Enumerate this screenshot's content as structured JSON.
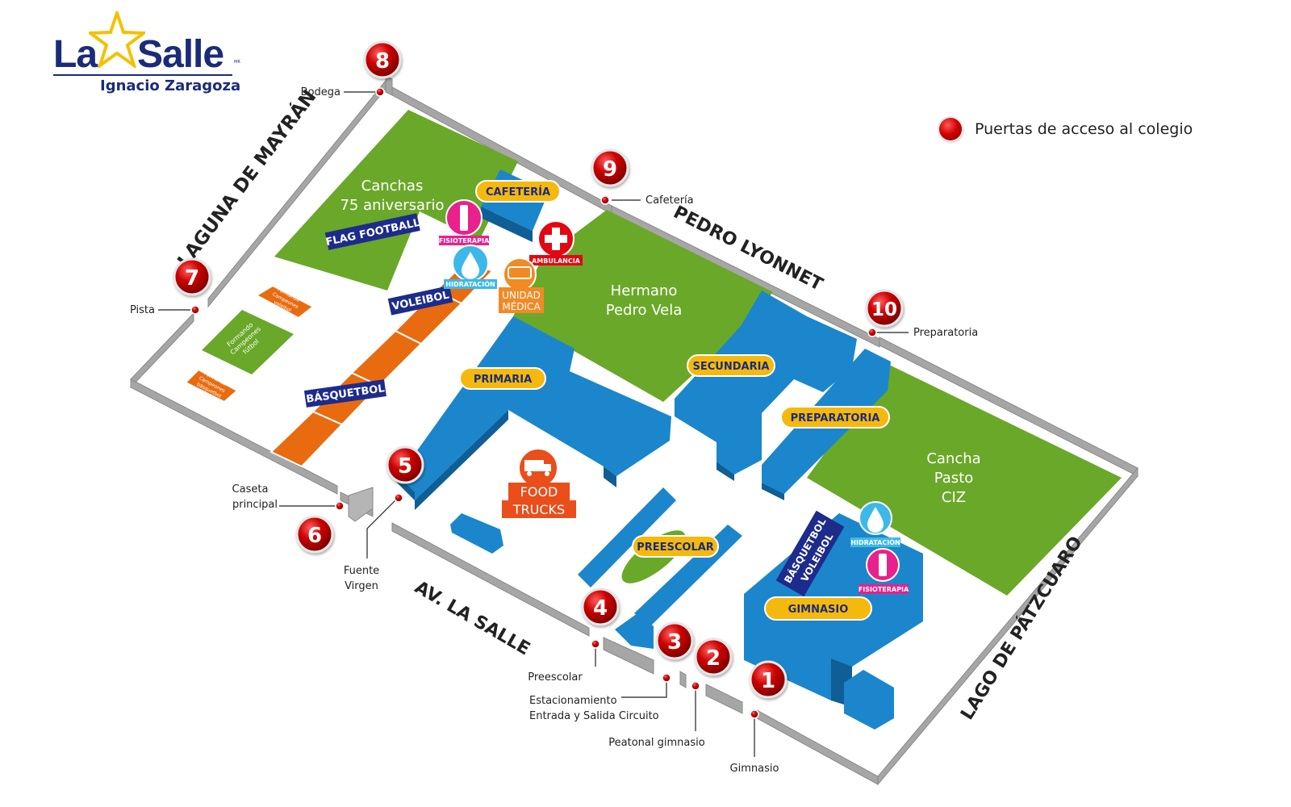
{
  "logo": {
    "word_left": "La",
    "word_right": "Salle",
    "mark": "MR",
    "subtitle": "Ignacio Zaragoza"
  },
  "legend": {
    "label": "Puertas de acceso al colegio"
  },
  "streets": {
    "laguna": "LAGUNA DE MAYRÁN",
    "pedro": "PEDRO LYONNET",
    "avsalle": "AV. LA SALLE",
    "patzcuaro": "LAGO DE PÁTZCUARO"
  },
  "fields": {
    "canchas_line1": "Canchas",
    "canchas_line2": "75 aniversario",
    "pedrovela_line1": "Hermano",
    "pedrovela_line2": "Pedro Vela",
    "pasto_line1": "Cancha",
    "pasto_line2": "Pasto",
    "pasto_line3": "CIZ",
    "futbol_line1": "Formando",
    "futbol_line2": "Campeones",
    "futbol_line3": "fútbol",
    "voleibol_small_line1": "Formando",
    "voleibol_small_line2": "Campeones",
    "voleibol_small_line3": "voleibol",
    "basquet_small_line1": "Formando",
    "basquet_small_line2": "Campeones",
    "basquet_small_line3": "básquetbol"
  },
  "sports": {
    "flag": "FLAG FOOTBALL",
    "voleibol": "VOLEIBOL",
    "basquetbol": "BÁSQUETBOL",
    "gym_line1": "BÁSQUETBOL",
    "gym_line2": "VOLEIBOL"
  },
  "buildings": {
    "cafeteria": "CAFETERÍA",
    "primaria": "PRIMARIA",
    "secundaria": "SECUNDARIA",
    "preparatoria": "PREPARATORIA",
    "preescolar": "PREESCOLAR",
    "gimnasio": "GIMNASIO"
  },
  "services": {
    "fisioterapia": "FISIOTERAPIA",
    "hidratacion": "HIDRATACIÓN",
    "ambulancia": "AMBULANCIA",
    "unidad_line1": "UNIDAD",
    "unidad_line2": "MÉDICA",
    "food_line1": "FOOD",
    "food_line2": "TRUCKS"
  },
  "gates": [
    {
      "num": "1",
      "label": "Gimnasio"
    },
    {
      "num": "2",
      "label": "Peatonal gimnasio"
    },
    {
      "num": "3",
      "label_line1": "Estacionamiento",
      "label_line2": "Entrada y Salida Circuito"
    },
    {
      "num": "4",
      "label": "Preescolar"
    },
    {
      "num": "5",
      "label_line1": "Fuente",
      "label_line2": "Virgen"
    },
    {
      "num": "6",
      "label_line1": "Caseta",
      "label_line2": "principal"
    },
    {
      "num": "7",
      "label": "Pista"
    },
    {
      "num": "8",
      "label": "Bodega"
    },
    {
      "num": "9",
      "label": "Cafetería"
    },
    {
      "num": "10",
      "label": "Preparatoria"
    }
  ],
  "colors": {
    "field_green": "#6aa829",
    "building_blue": "#1b86cc",
    "building_dark": "#0f5e96",
    "court_orange": "#e96b10",
    "badge_yellow": "#f5b90e",
    "badge_text": "#1b2b7a",
    "navy_label": "#1d2b8c",
    "gate_red": "#cc0000",
    "service_pink": "#e8218c",
    "service_cyan": "#3cb9e8",
    "service_red": "#e30613",
    "wall_gray": "#a6a6a6"
  }
}
